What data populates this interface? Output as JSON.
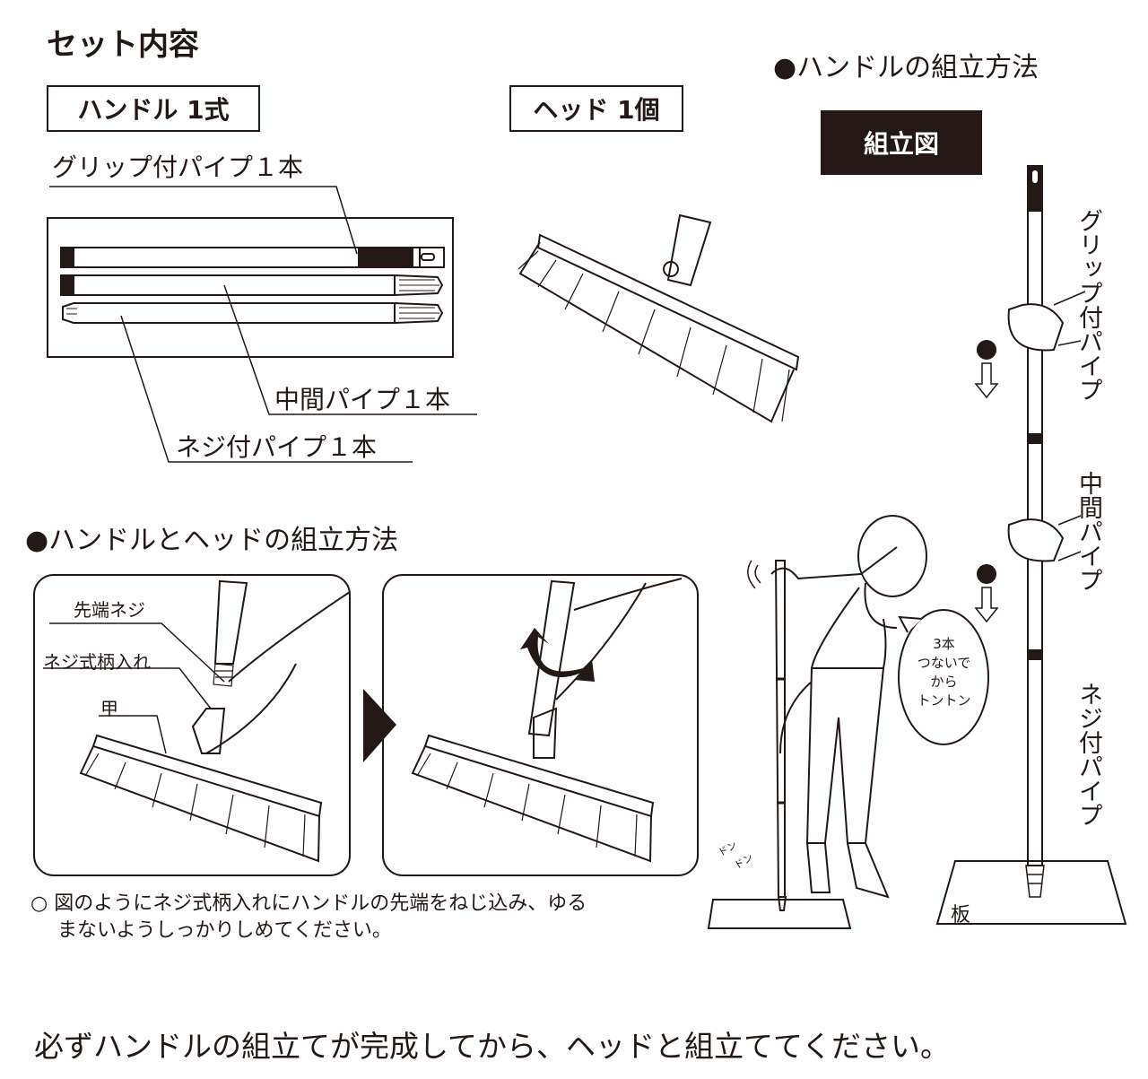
{
  "title": "セット内容",
  "handle_box": "ハンドル 1式",
  "head_box": "ヘッド 1個",
  "handle_assembly_heading": "●ハンドルの組立方法",
  "diagram_label": "組立図",
  "parts": {
    "grip_pipe": "グリップ付パイプ１本",
    "middle_pipe": "中間パイプ１本",
    "screw_pipe": "ネジ付パイプ１本"
  },
  "head_assembly_heading": "●ハンドルとヘッドの組立方法",
  "panel_labels": {
    "tip_screw": "先端ネジ",
    "screw_socket": "ネジ式柄入れ",
    "back": "甲"
  },
  "note_line1": "○ 図のようにネジ式柄入れにハンドルの先端をねじ込み、ゆる",
  "note_line2": "まないようしっかりしめてください。",
  "speech_bubble": [
    "3本",
    "つないで",
    "から",
    "トントン"
  ],
  "sound_effect": [
    "ドン",
    "ドン"
  ],
  "vertical_labels": {
    "grip": "グリップ付パイプ",
    "middle": "中間パイプ",
    "screw": "ネジ付パイプ"
  },
  "board_label": "板",
  "footer": "必ずハンドルの組立てが完成してから、ヘッドと組立ててください。"
}
